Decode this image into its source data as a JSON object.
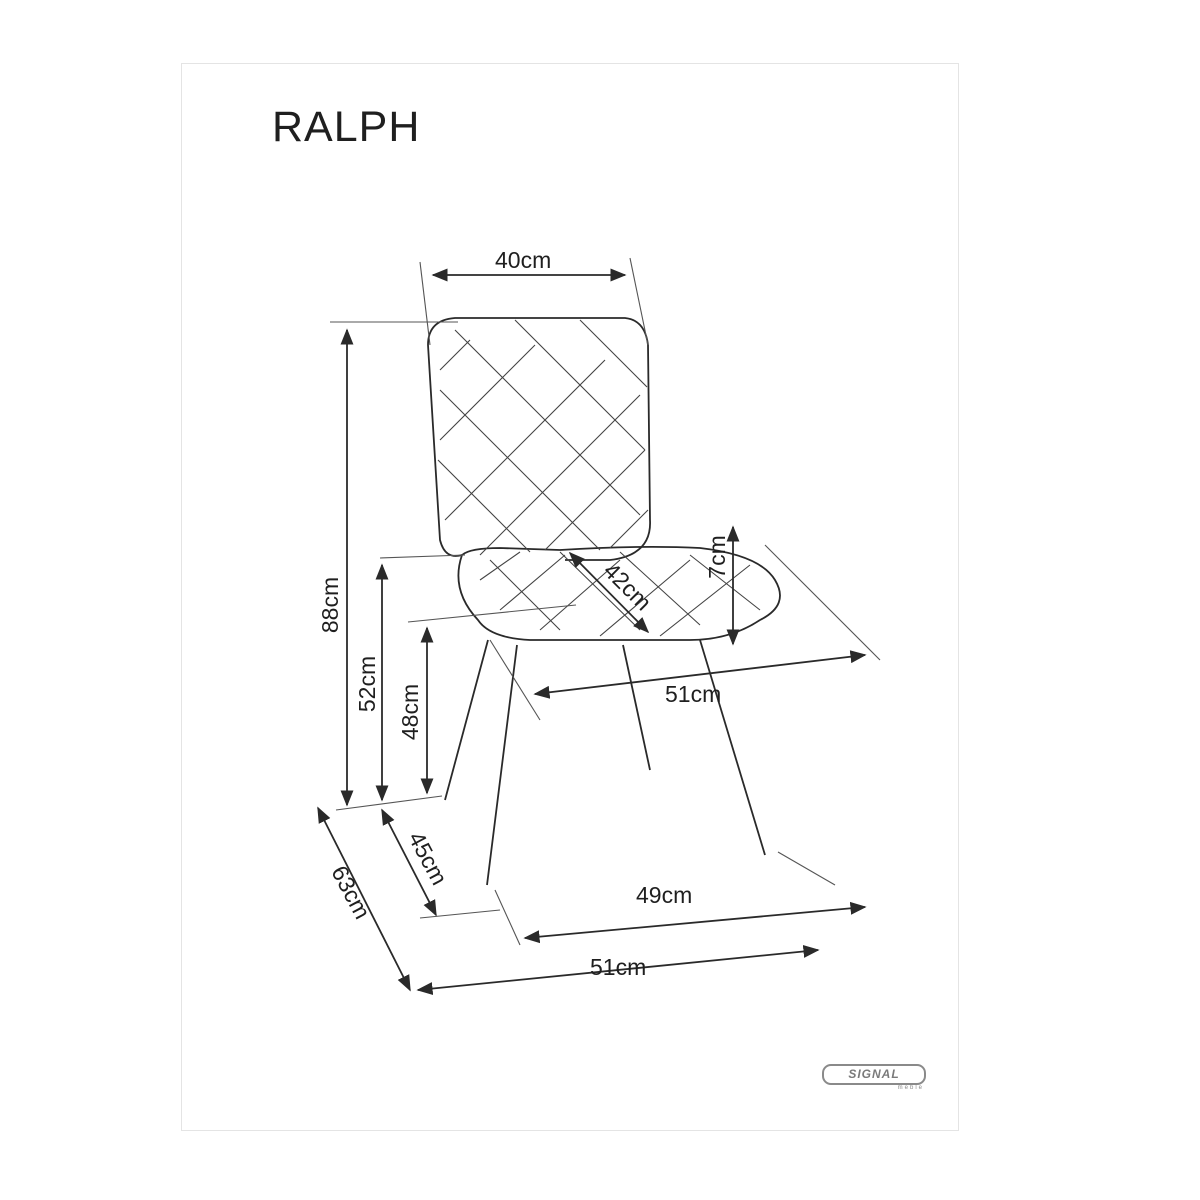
{
  "title": "RALPH",
  "dimensions": {
    "backrest_width": "40cm",
    "total_height": "88cm",
    "seat_depth": "42cm",
    "seat_thickness": "7cm",
    "seat_width": "51cm",
    "armrest_height": "52cm",
    "seat_height": "48cm",
    "floor_side_depth": "45cm",
    "leg_span_width": "49cm",
    "overall_depth": "63cm",
    "overall_width": "51cm"
  },
  "logo": {
    "brand": "SIGNAL",
    "sub": "meble"
  },
  "colors": {
    "line": "#2a2a2a",
    "text": "#1f1f1f",
    "logo": "#7a7a7a"
  }
}
